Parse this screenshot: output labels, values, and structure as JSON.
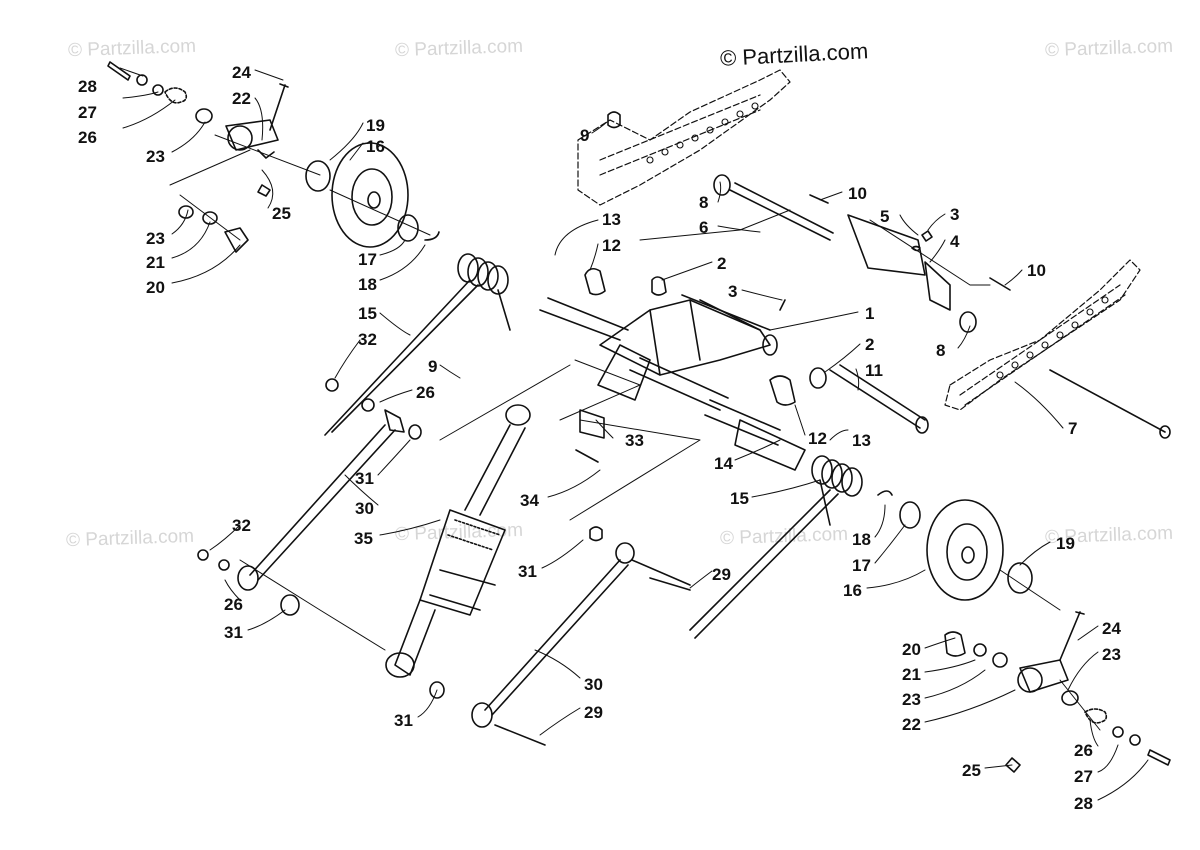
{
  "watermark": {
    "main": "© Partzilla.com",
    "faint": "© Partzilla.com"
  },
  "callouts": [
    "28",
    "27",
    "26",
    "24",
    "22",
    "23",
    "19",
    "16",
    "25",
    "23",
    "21",
    "20",
    "17",
    "18",
    "15",
    "32",
    "9",
    "26",
    "31",
    "30",
    "35",
    "32",
    "26",
    "31",
    "31",
    "29",
    "30",
    "34",
    "33",
    "31",
    "29",
    "14",
    "15",
    "12",
    "13",
    "1",
    "2",
    "3",
    "2",
    "11",
    "12",
    "13",
    "9",
    "8",
    "6",
    "10",
    "5",
    "3",
    "4",
    "10",
    "8",
    "7",
    "18",
    "17",
    "16",
    "19",
    "20",
    "21",
    "23",
    "22",
    "24",
    "23",
    "26",
    "27",
    "28",
    "25"
  ]
}
